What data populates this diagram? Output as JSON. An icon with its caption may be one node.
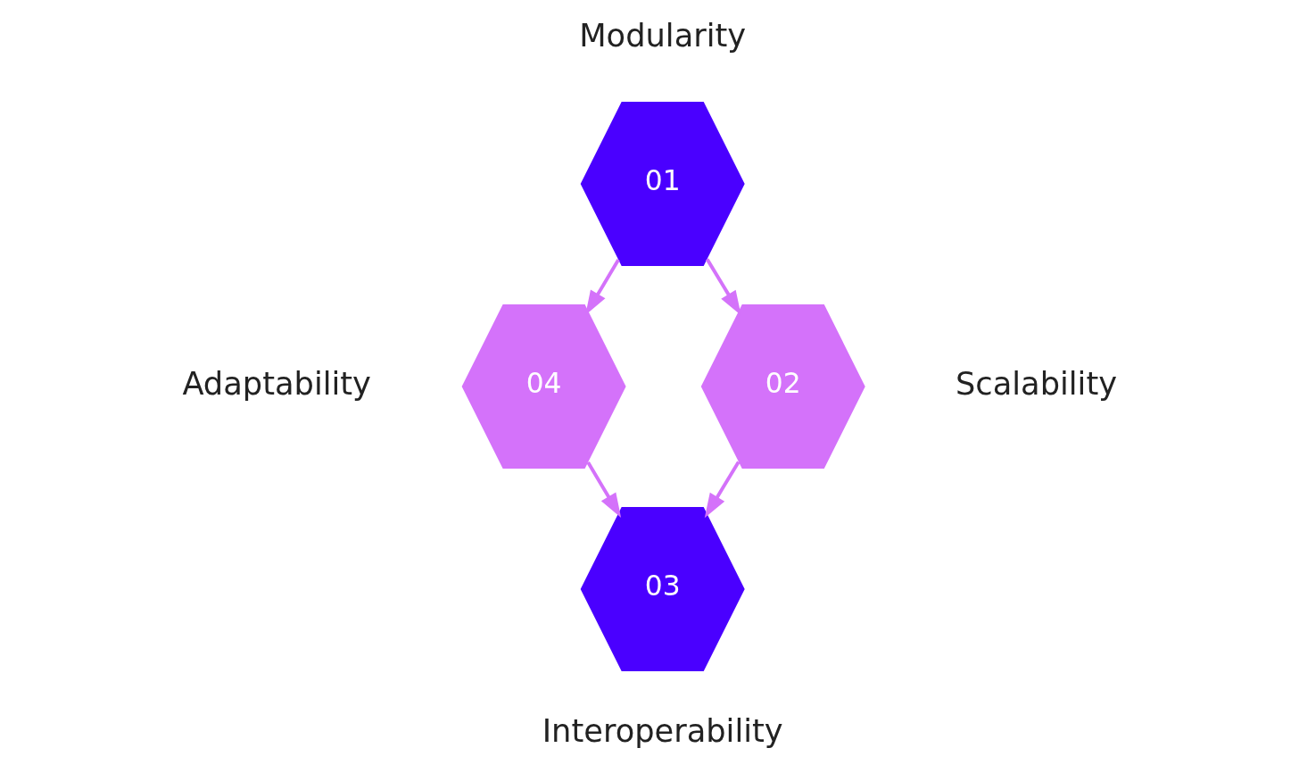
{
  "diagram": {
    "nodes": [
      {
        "text": [
          "01"
        ],
        "beside": [
          "Modularity"
        ]
      },
      {
        "text": [
          "02"
        ],
        "beside": [
          "Scalability"
        ]
      },
      {
        "text": [
          "03"
        ],
        "beside": [
          "Interoperability"
        ]
      },
      {
        "text": [
          "04"
        ],
        "beside": [
          "Adaptability"
        ]
      }
    ],
    "edges": [
      {
        "from": 0,
        "to": 3,
        "arrow": "to"
      },
      {
        "from": 0,
        "to": 1,
        "arrow": "to"
      },
      {
        "from": 3,
        "to": 2,
        "arrow": "to"
      },
      {
        "from": 1,
        "to": 2,
        "arrow": "to"
      }
    ]
  }
}
